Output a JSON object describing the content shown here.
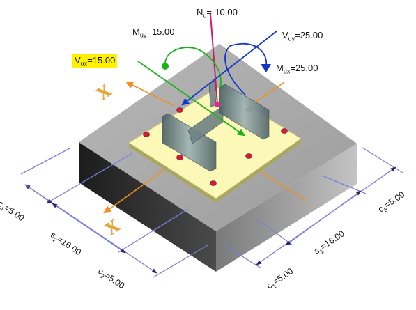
{
  "loads": {
    "nu": {
      "sym": "N",
      "sub": "u",
      "eq": "=-10.00"
    },
    "muy": {
      "sym": "M",
      "sub": "uy",
      "eq": "=15.00"
    },
    "vuy": {
      "sym": "V",
      "sub": "uy",
      "eq": "=25.00"
    },
    "mux": {
      "sym": "M",
      "sub": "ux",
      "eq": "=25.00"
    },
    "vux": {
      "sym": "V",
      "sub": "ux",
      "eq": "=15.00"
    }
  },
  "dims": {
    "c4": {
      "sym": "c",
      "sub": "4",
      "eq": "=5.00"
    },
    "s2": {
      "sym": "s",
      "sub": "2",
      "eq": "=16.00"
    },
    "c2": {
      "sym": "c",
      "sub": "2",
      "eq": "=5.00"
    },
    "c1": {
      "sym": "c",
      "sub": "1",
      "eq": "=5.00"
    },
    "s1": {
      "sym": "s",
      "sub": "1",
      "eq": "=16.00"
    },
    "c3": {
      "sym": "c",
      "sub": "3",
      "eq": "=5.00"
    }
  },
  "axes": {
    "top": "X",
    "bottom": "X"
  },
  "colors": {
    "highlight": "#fff200",
    "axis_orange": "#f0901e",
    "dim_lines": "#7b7fdc",
    "moment_blue": "#1336c8",
    "moment_green": "#1bb31b",
    "axial_magenta": "#c8206e",
    "base_plate": "#fbf8b8",
    "pedestal_top": "#a9a9a9",
    "pedestal_side": "#3a3a3a"
  }
}
